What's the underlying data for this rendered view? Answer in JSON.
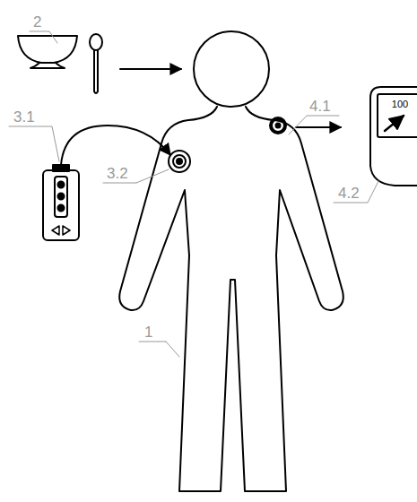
{
  "diagram": {
    "nodes": [
      {
        "text": [
          "100"
        ]
      }
    ],
    "labels": [
      "2",
      "3.1",
      "3.2",
      "4.1",
      "4.2",
      "1"
    ]
  }
}
